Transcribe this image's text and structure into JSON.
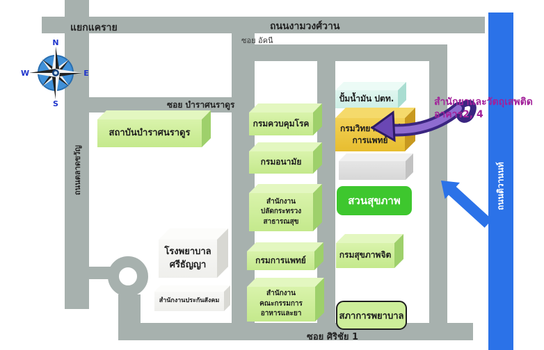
{
  "map": {
    "roads": {
      "ngamwongwan": {
        "label": "ถนนงามวงศ์วาน"
      },
      "yaek_khrae": {
        "label": "แยกแคราย"
      },
      "soi_akni": {
        "label": "ซอย อัคนี"
      },
      "soi_bamrat": {
        "label": "ซอย บำราศนราดูร"
      },
      "soi_sirichai": {
        "label": "ซอย ศิริชัย 1"
      },
      "talat_khwan": {
        "label": "ถนนตลาดขวัญ"
      },
      "tiwanon": {
        "label": "ถนนติวานนท์"
      }
    },
    "buildings": {
      "bamrat_institute": {
        "label": "สถาบันบำราศนราดูร"
      },
      "disease_control": {
        "label": "กรมควบคุมโรค"
      },
      "health_dept": {
        "label": "กรมอนามัย"
      },
      "permanent_secretary": {
        "line1": "สำนักงาน",
        "line2": "ปลัดกระทรวง",
        "line3": "สาธารณสุข"
      },
      "medical_services": {
        "label": "กรมการแพทย์"
      },
      "fda": {
        "line1": "สำนักงาน",
        "line2": "คณะกรรมการ",
        "line3": "อาหารและยา"
      },
      "ptt_station": {
        "label": "ปั้มน้ำมัน ปตท."
      },
      "medical_sciences": {
        "line1": "กรมวิทยาศาสตร์",
        "line2": "การแพทย์"
      },
      "health_park": {
        "label": "สวนสุขภาพ"
      },
      "mental_health": {
        "label": "กรมสุขภาพจิต"
      },
      "nursing_council": {
        "label": "สภาการพยาบาล"
      },
      "srithanya_hospital": {
        "line1": "โรงพยาบาล",
        "line2": "ศรีธัญญา"
      },
      "social_security": {
        "label": "สำนักงานประกันสังคม"
      }
    },
    "annotation": {
      "line1": "สำนักยาและวัตถุเสพติด",
      "line2": "อาคาร2, 4"
    },
    "compass": {
      "north": "N",
      "east": "E",
      "south": "S",
      "west": "W"
    },
    "colors": {
      "road_gray": "#a7b1ae",
      "highway_blue": "#2b72e8",
      "annotation_purple": "#a2219a",
      "park_green": "#3ec72e",
      "highlight_yellow": "#e7bd2f",
      "building_green": "#c4e98c"
    }
  }
}
